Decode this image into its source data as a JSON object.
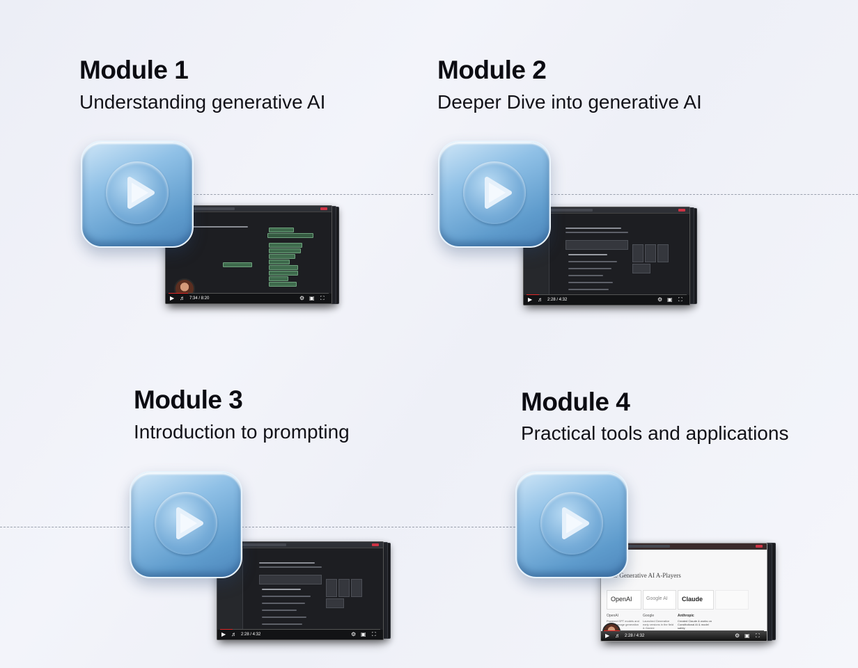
{
  "modules": [
    {
      "title": "Module 1",
      "subtitle": "Understanding generative AI",
      "video_time": "7:34 / 8:20",
      "progress": 0.12
    },
    {
      "title": "Module 2",
      "subtitle": "Deeper Dive into generative AI",
      "video_time": "2:28 / 4:32",
      "progress": 0.08
    },
    {
      "title": "Module 3",
      "subtitle": "Introduction to prompting",
      "video_time": "2:28 / 4:32",
      "progress": 0.08
    },
    {
      "title": "Module 4",
      "subtitle": "Practical tools and applications",
      "video_time": "2:28 / 4:32",
      "progress": 0.1
    }
  ],
  "module4_slide": {
    "heading": "The Generative AI A-Players",
    "logos": [
      "OpenAI",
      "Google AI",
      "Claude"
    ],
    "columns": [
      {
        "name": "OpenAI",
        "text": "Powered GPT models and DALL·E image generation"
      },
      {
        "name": "Google",
        "text": "Launched Generative early versions in the field & Gemini"
      },
      {
        "name": "Anthropic",
        "text": "Created Claude & works on Constitutional AI & model safety"
      }
    ]
  },
  "icons": {
    "play": "play-icon",
    "volume": "volume-icon",
    "settings": "gear-icon",
    "fullscreen": "fullscreen-icon",
    "miniplayer": "miniplayer-icon",
    "theater": "theater-icon"
  },
  "colors": {
    "tile_main": "#5e9bcc",
    "tile_light": "#cfe6f7",
    "progress": "#e02828",
    "background": "#eef0f7"
  }
}
